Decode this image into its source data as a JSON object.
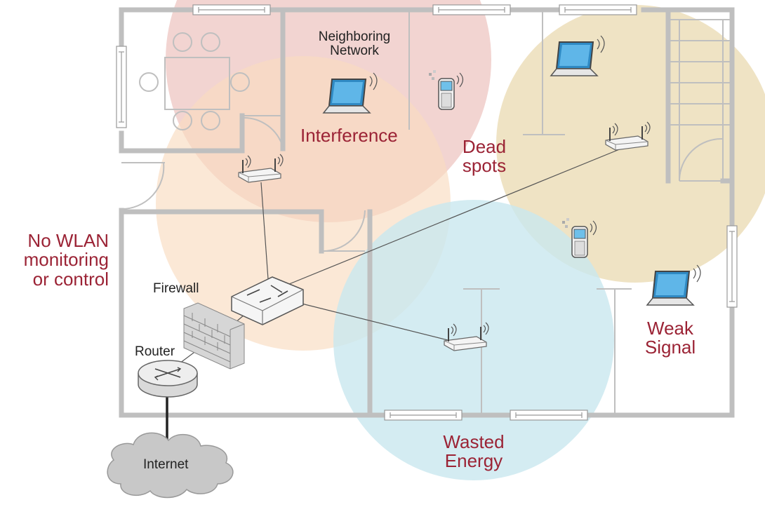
{
  "labels": {
    "neighboring_network": [
      "Neighboring",
      "Network"
    ],
    "interference": "Interference",
    "dead_spots": [
      "Dead",
      "spots"
    ],
    "no_wlan": [
      "No WLAN",
      "monitoring",
      "or control"
    ],
    "firewall": "Firewall",
    "router": "Router",
    "internet": "Internet",
    "weak_signal": [
      "Weak",
      "Signal"
    ],
    "wasted_energy": [
      "Wasted",
      "Energy"
    ]
  },
  "colors": {
    "coverage_red": "#e9b7b3",
    "coverage_orange": "#f9dcc0",
    "coverage_yellow": "#ead9b0",
    "coverage_blue": "#c9e7ef",
    "wall": "#bfbfbf",
    "issue_text": "#9b2335",
    "cloud": "#c8c8c8"
  },
  "icons": [
    "router-icon",
    "switch-icon",
    "firewall-icon",
    "access-point-icon",
    "laptop-icon",
    "phone-icon",
    "cloud-icon",
    "window-icon"
  ]
}
